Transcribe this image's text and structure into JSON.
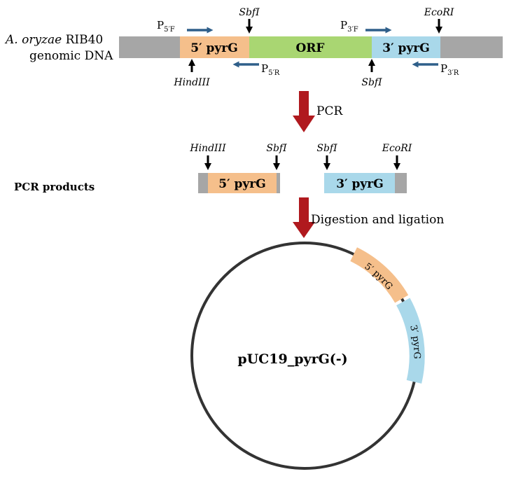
{
  "genomic_label": {
    "species_italic": "A. oryzae",
    "strain": " RIB40",
    "line2": "genomic DNA"
  },
  "segments": {
    "five_pyrG": "5′ pyrG",
    "orf": "ORF",
    "three_pyrG": "3′ pyrG"
  },
  "restriction_sites": {
    "sbfI": "SbfI",
    "ecoRI": "EcoRI",
    "hindIII": "HindIII"
  },
  "primers": {
    "p5f_base": "P",
    "p5f_sub": "5′F",
    "p5r_base": "P",
    "p5r_sub": "5′R",
    "p3f_base": "P",
    "p3f_sub": "3′F",
    "p3r_base": "P",
    "p3r_sub": "3′R"
  },
  "steps": {
    "pcr": "PCR",
    "digestion": "Digestion and ligation"
  },
  "products_label": "PCR products",
  "plasmid": {
    "name": "pUC19_pyrG(-)",
    "insert1": "5′ pyrG",
    "insert2": "3′ pyrG"
  },
  "colors": {
    "gray": "#a6a6a6",
    "orange": "#f5bf8b",
    "green": "#a9d672",
    "blue": "#a9d8ea",
    "primer_arrow": "#2f5f8a",
    "step_arrow": "#b0191e",
    "black": "#000000"
  }
}
